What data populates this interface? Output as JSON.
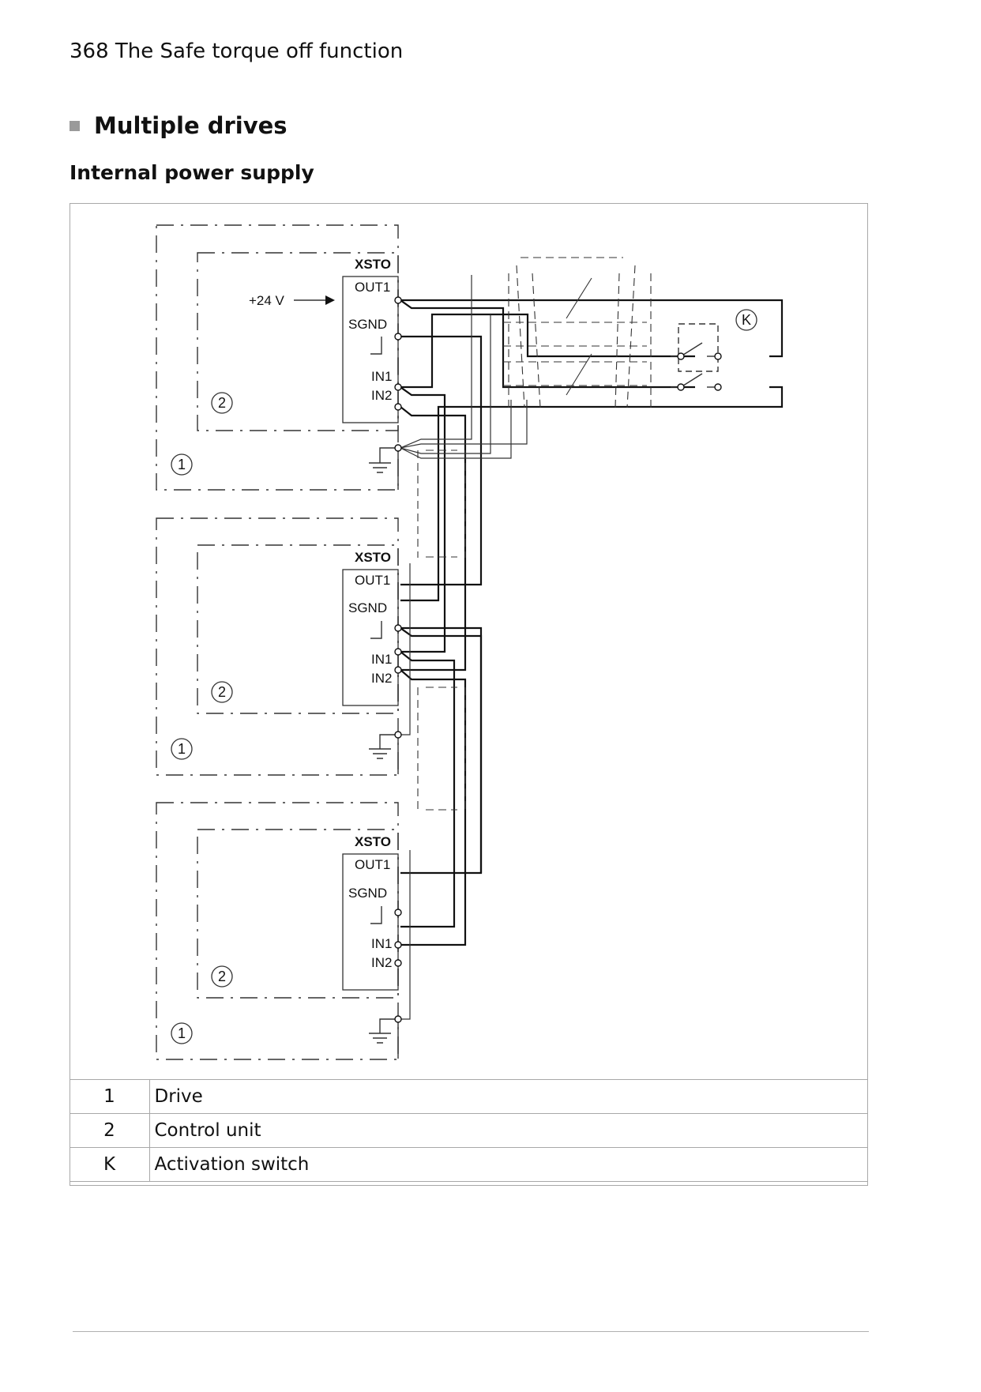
{
  "page": {
    "running_head": "368 The Safe torque off function",
    "section_title": "Multiple drives",
    "subsection_title": "Internal power supply"
  },
  "diagram": {
    "connector_label": "XSTO",
    "terminals": {
      "out1": "OUT1",
      "sgnd": "SGND",
      "in1": "IN1",
      "in2": "IN2"
    },
    "supply_label": "+24 V",
    "callouts": {
      "drive": "1",
      "control_unit": "2",
      "switch": "K"
    }
  },
  "legend": [
    {
      "key": "1",
      "description": "Drive"
    },
    {
      "key": "2",
      "description": "Control unit"
    },
    {
      "key": "K",
      "description": "Activation switch"
    }
  ]
}
